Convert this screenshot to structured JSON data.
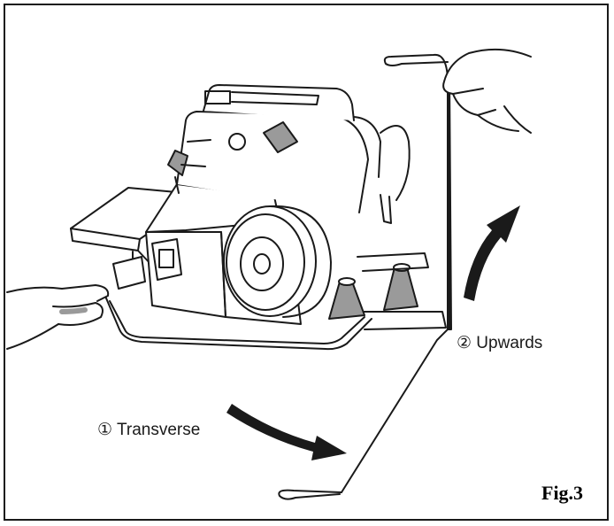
{
  "labels": {
    "transverse": "① Transverse",
    "upwards": "② Upwards",
    "figure": "Fig.3"
  },
  "colors": {
    "line": "#1a1a1a",
    "background": "#ffffff",
    "shade": "#9a9a9a"
  }
}
